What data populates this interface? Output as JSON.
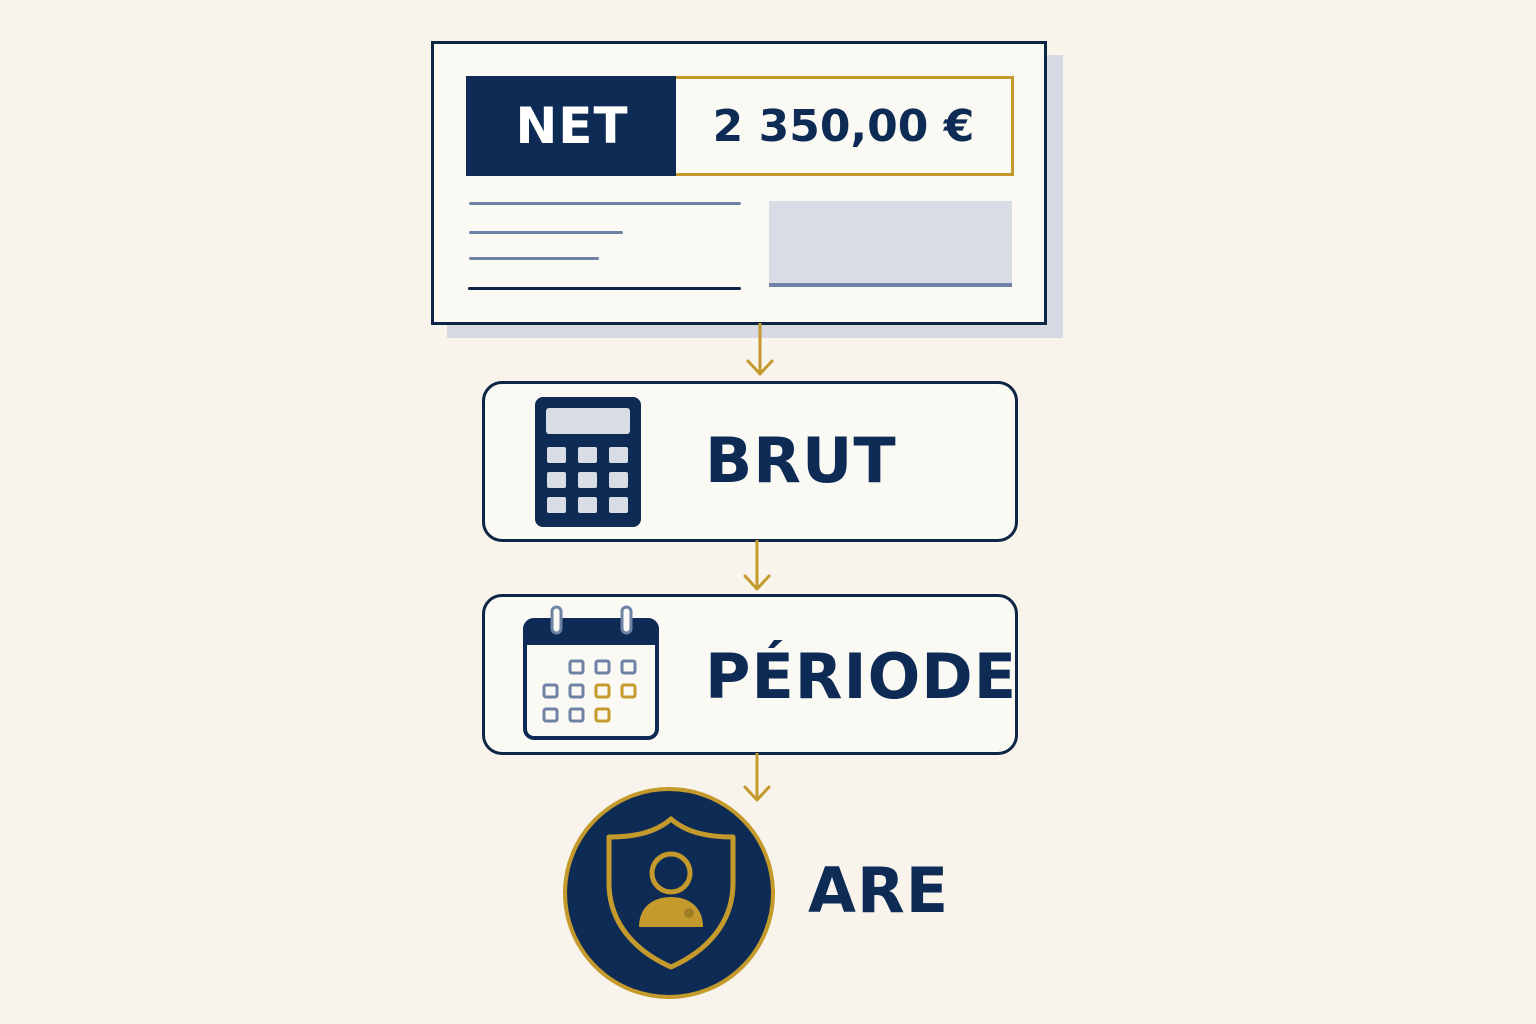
{
  "payslip": {
    "net_label": "NET",
    "net_value": "2 350,00 €"
  },
  "steps": [
    {
      "label": "BRUT",
      "icon": "calculator-icon"
    },
    {
      "label": "PÉRIODE",
      "icon": "calendar-icon"
    },
    {
      "label": "ARE",
      "icon": "shield-user-icon"
    }
  ],
  "colors": {
    "navy": "#0d2b55",
    "gold": "#c49a2c",
    "background": "#f8f4ec",
    "slate": "#6f82a6"
  }
}
